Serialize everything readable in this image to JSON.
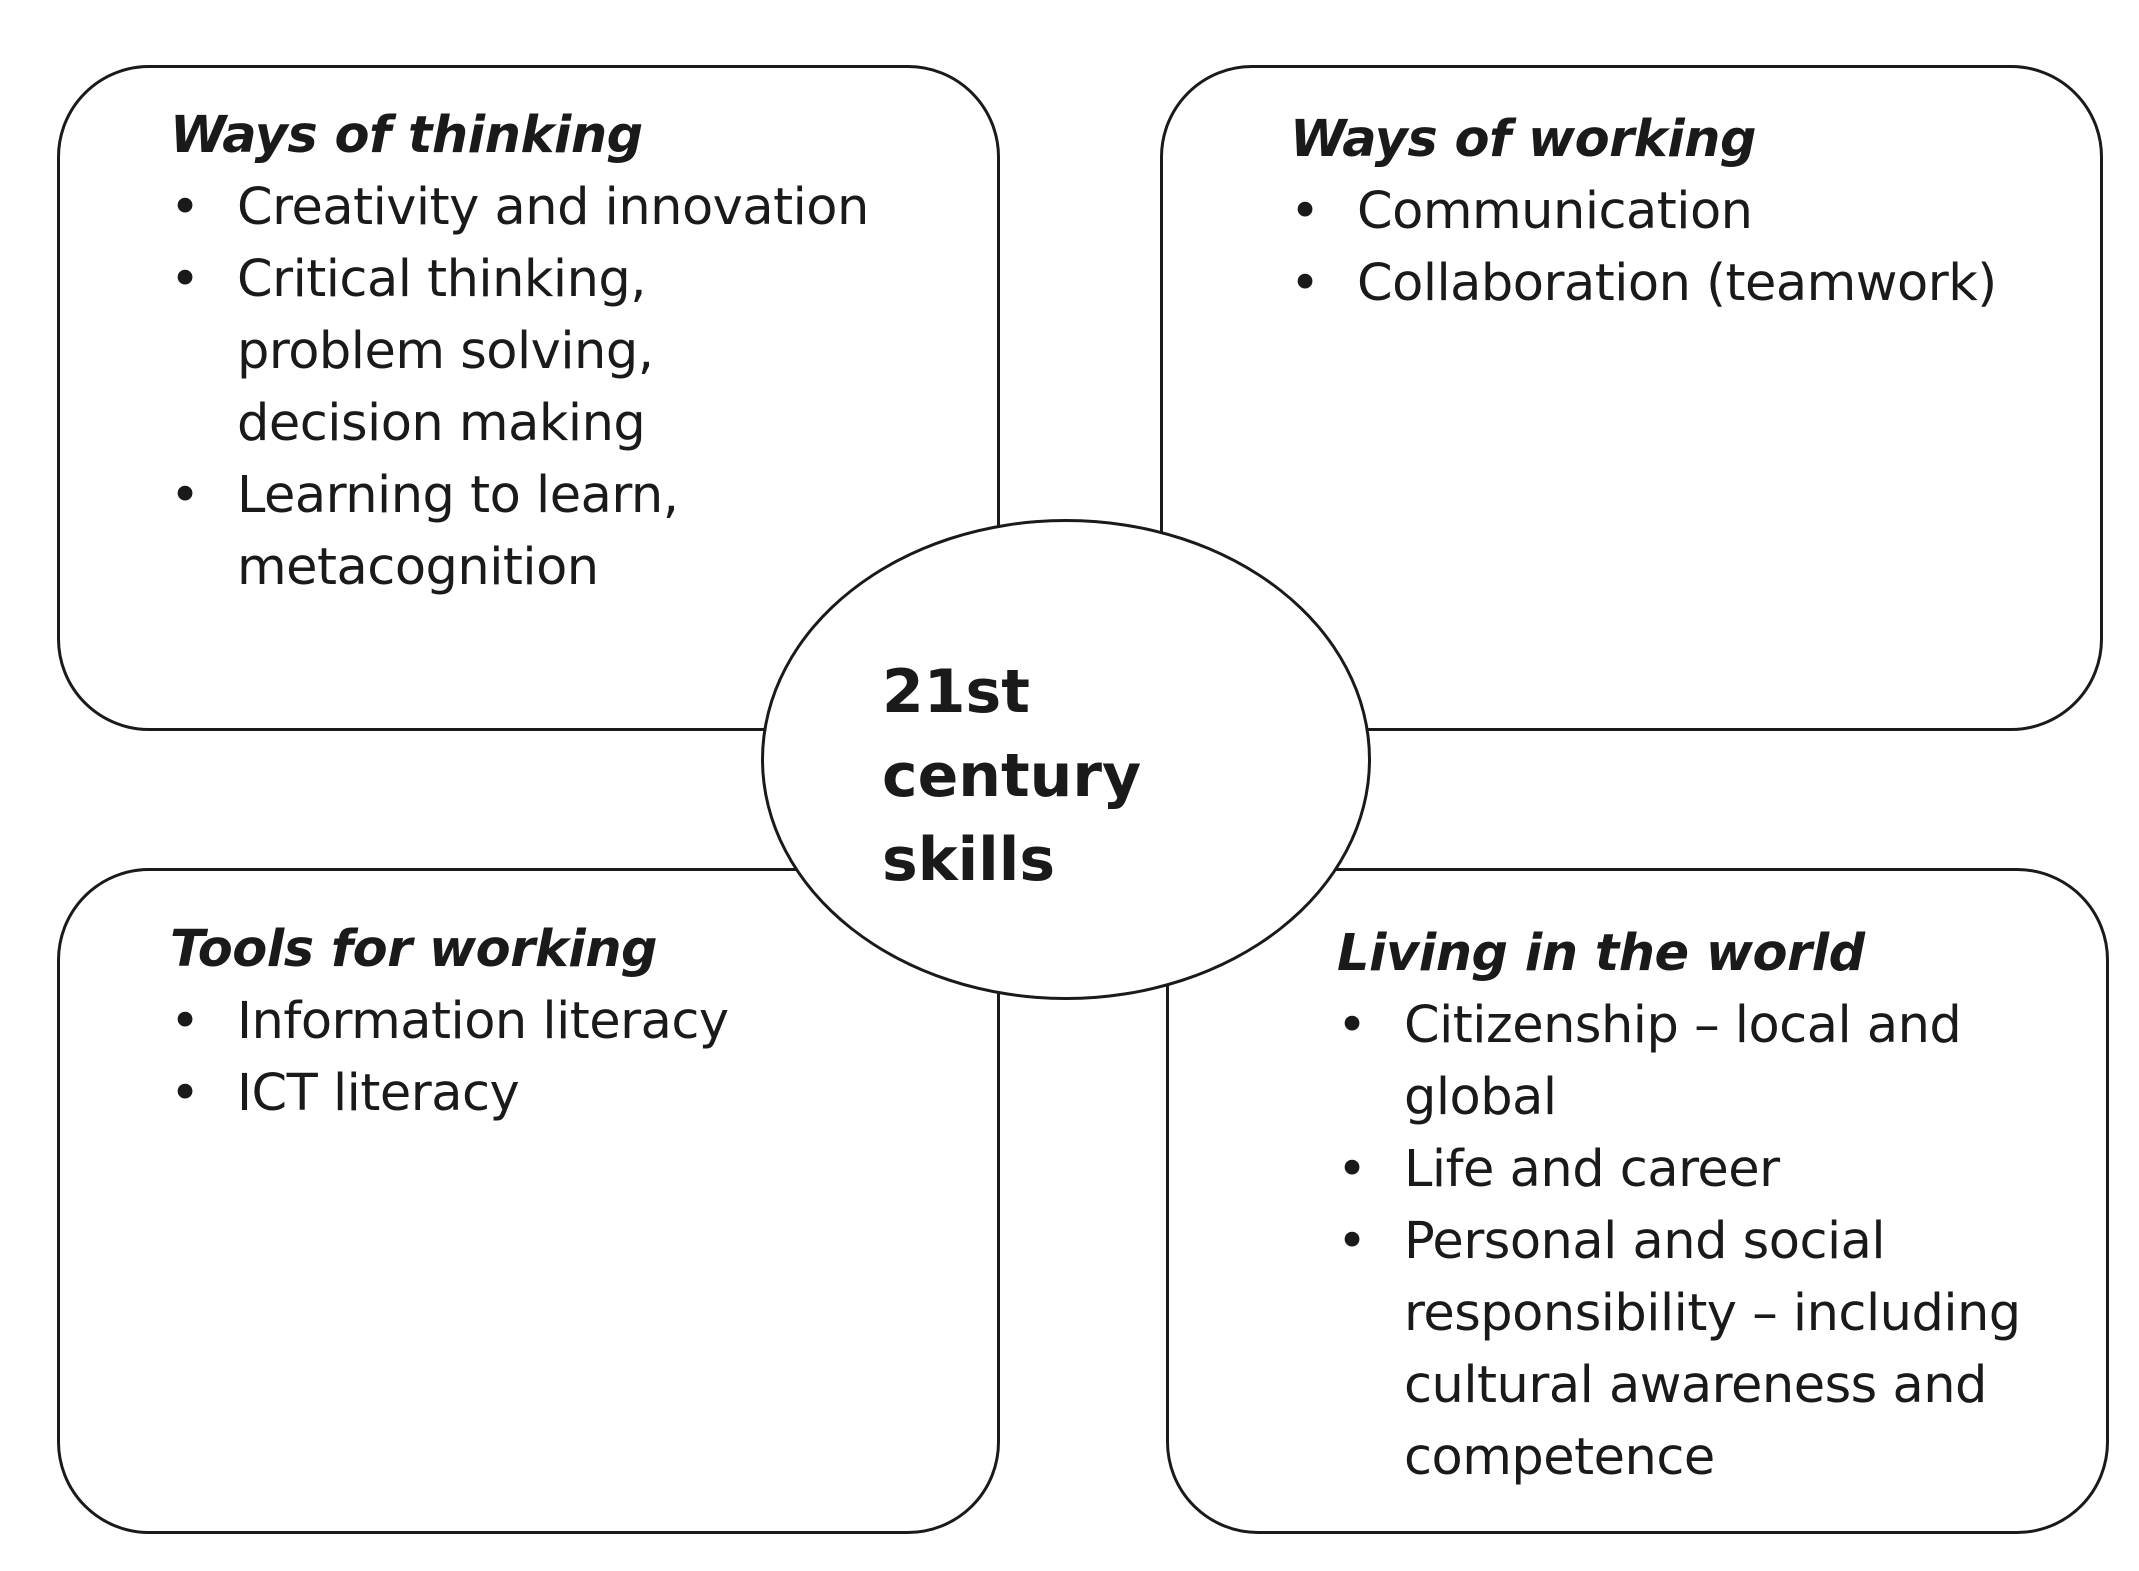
{
  "center": {
    "title": "21st century\nskills"
  },
  "quadrants": [
    {
      "heading": "Ways of thinking",
      "items": [
        "Creativity and innovation",
        "Critical thinking, problem solving, decision making",
        "Learning to learn, metacognition"
      ]
    },
    {
      "heading": "Ways of working",
      "items": [
        "Communication",
        "Collaboration (teamwork)"
      ]
    },
    {
      "heading": "Tools for working",
      "items": [
        "Information literacy",
        "ICT literacy"
      ]
    },
    {
      "heading": "Living in the world",
      "items": [
        "Citizenship – local and global",
        "Life and career",
        "Personal and social responsibility – including cultural awareness and competence"
      ]
    }
  ]
}
